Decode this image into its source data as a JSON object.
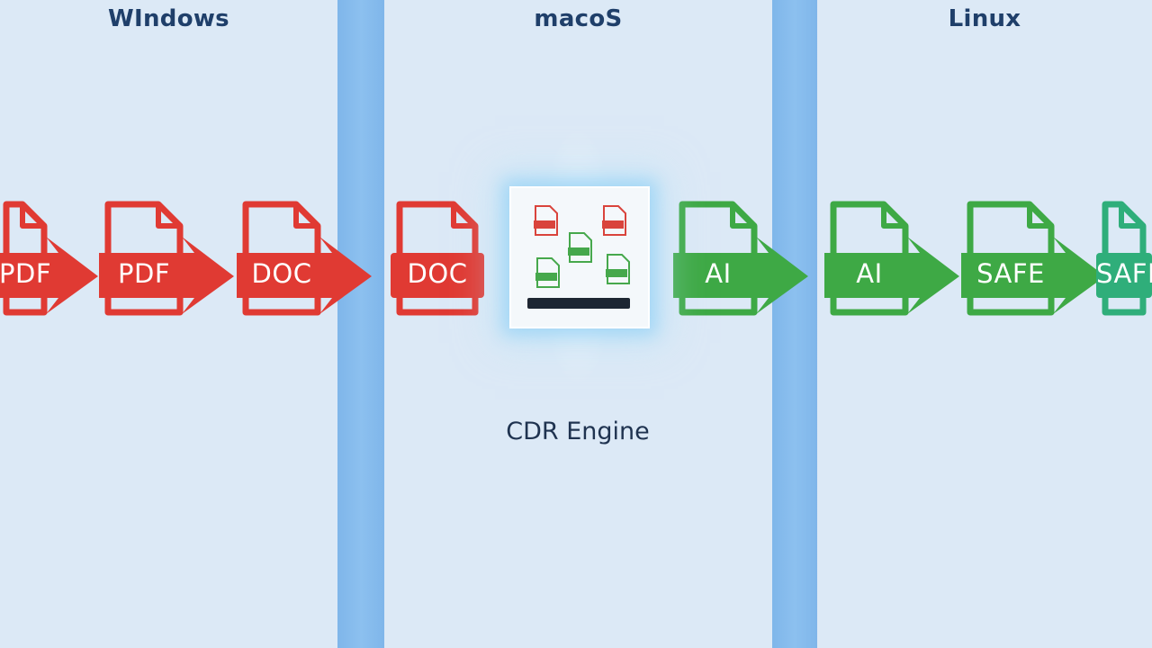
{
  "panels": [
    {
      "title": "WIndows"
    },
    {
      "title": "macoS"
    },
    {
      "title": "Linux"
    }
  ],
  "files": [
    {
      "label": "PDF",
      "color": "#e03a33"
    },
    {
      "label": "PDF",
      "color": "#e03a33"
    },
    {
      "label": "DOC",
      "color": "#e03a33"
    },
    {
      "label": "DOC",
      "color": "#e03a33"
    },
    {
      "label": "AI",
      "color": "#3ea945"
    },
    {
      "label": "AI",
      "color": "#3ea945"
    },
    {
      "label": "SAFE",
      "color": "#3ea945"
    },
    {
      "label": "SAFE",
      "color": "#2fae7a"
    }
  ],
  "engine": {
    "label": "CDR Engine"
  },
  "colors": {
    "unsafe": "#e03a33",
    "safe": "#3ea945",
    "safe_alt": "#2fae7a",
    "divider": "#82b9ec",
    "panel_bg": "#dce9f6",
    "title": "#1f3f6a"
  }
}
